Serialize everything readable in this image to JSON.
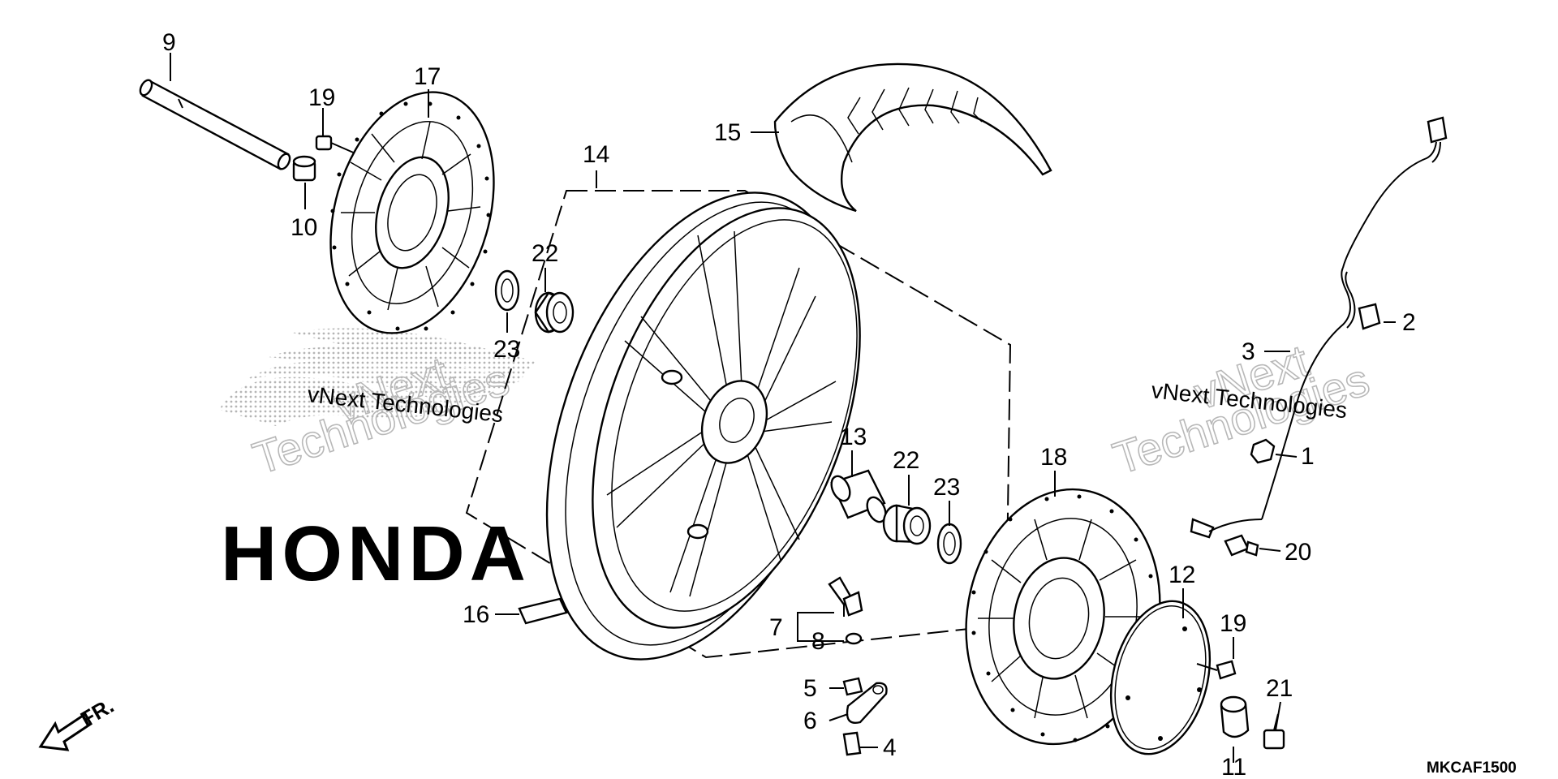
{
  "callouts": [
    {
      "id": "c9",
      "text": "9"
    },
    {
      "id": "c19a",
      "text": "19"
    },
    {
      "id": "c17",
      "text": "17"
    },
    {
      "id": "c10",
      "text": "10"
    },
    {
      "id": "c22a",
      "text": "22"
    },
    {
      "id": "c23a",
      "text": "23"
    },
    {
      "id": "c14",
      "text": "14"
    },
    {
      "id": "c15",
      "text": "15"
    },
    {
      "id": "c2",
      "text": "2"
    },
    {
      "id": "c3",
      "text": "3"
    },
    {
      "id": "c1",
      "text": "1"
    },
    {
      "id": "c13",
      "text": "13"
    },
    {
      "id": "c22b",
      "text": "22"
    },
    {
      "id": "c23b",
      "text": "23"
    },
    {
      "id": "c18",
      "text": "18"
    },
    {
      "id": "c20",
      "text": "20"
    },
    {
      "id": "c12",
      "text": "12"
    },
    {
      "id": "c16",
      "text": "16"
    },
    {
      "id": "c7",
      "text": "7"
    },
    {
      "id": "c8",
      "text": "8"
    },
    {
      "id": "c19b",
      "text": "19"
    },
    {
      "id": "c5",
      "text": "5"
    },
    {
      "id": "c6",
      "text": "6"
    },
    {
      "id": "c4",
      "text": "4"
    },
    {
      "id": "c21",
      "text": "21"
    },
    {
      "id": "c11",
      "text": "11"
    }
  ],
  "direction_label": "FR.",
  "diagram_code": "MKCAF1500",
  "watermarks": {
    "line1": "vNext",
    "line2": "Technologies",
    "inline": "vNext Technologies"
  },
  "logo_text": "HONDA"
}
